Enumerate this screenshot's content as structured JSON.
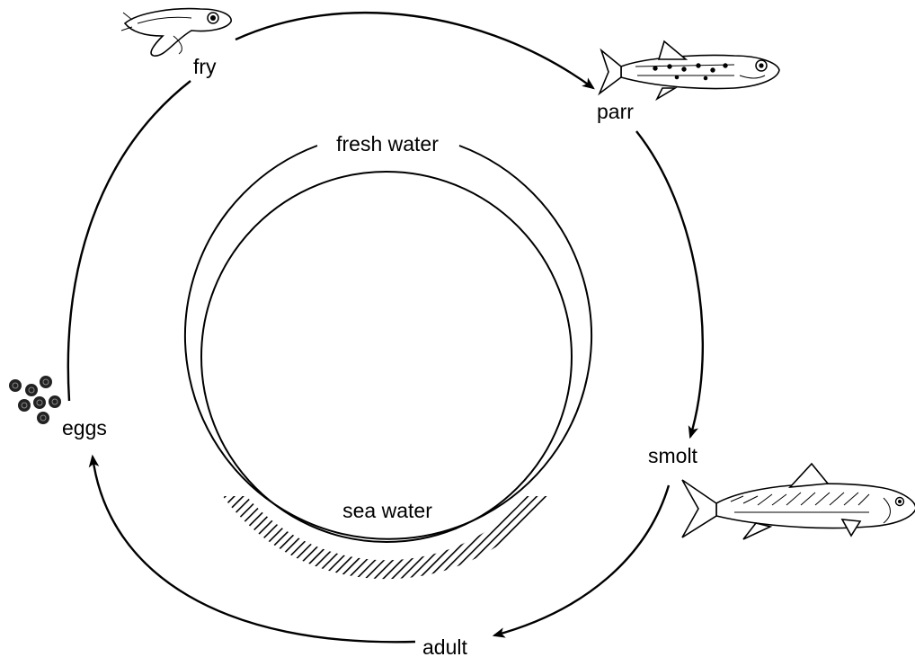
{
  "stages": {
    "fry": "fry",
    "parr": "parr",
    "smolt": "smolt",
    "adult": "adult",
    "eggs": "eggs"
  },
  "zones": {
    "fresh_water": "fresh water",
    "sea_water": "sea water"
  },
  "icons": [
    "fry-fish-icon",
    "parr-fish-icon",
    "smolt-fish-icon",
    "eggs-icon"
  ]
}
